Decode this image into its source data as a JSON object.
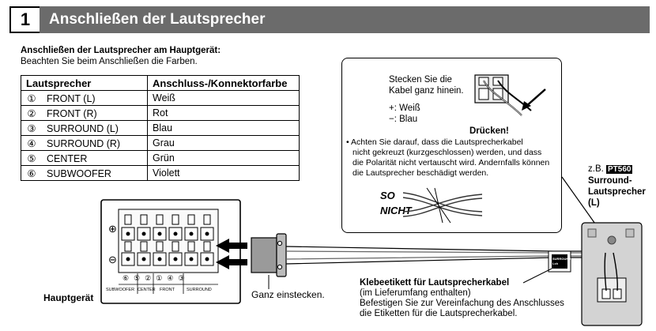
{
  "section": {
    "number": "1",
    "title": "Anschließen der Lautsprecher"
  },
  "intro": {
    "heading": "Anschließen der Lautsprecher am Hauptgerät:",
    "note": "Beachten Sie beim Anschließen die Farben."
  },
  "table": {
    "headers": [
      "Lautsprecher",
      "Anschluss-/Konnektorfarbe"
    ],
    "rows": [
      {
        "num": "①",
        "speaker": "FRONT (L)",
        "color": "Weiß"
      },
      {
        "num": "②",
        "speaker": "FRONT (R)",
        "color": "Rot"
      },
      {
        "num": "③",
        "speaker": "SURROUND (L)",
        "color": "Blau"
      },
      {
        "num": "④",
        "speaker": "SURROUND (R)",
        "color": "Grau"
      },
      {
        "num": "⑤",
        "speaker": "CENTER",
        "color": "Grün"
      },
      {
        "num": "⑥",
        "speaker": "SUBWOOFER",
        "color": "Violett"
      }
    ]
  },
  "callout": {
    "insert_line1": "Stecken Sie die",
    "insert_line2": "Kabel ganz hinein.",
    "plus": "+: Weiß",
    "minus": "−: Blau",
    "press": "Drücken!",
    "warn_line1": "• Achten Sie darauf, dass die Lautsprecherkabel",
    "warn_line2": "nicht gekreuzt (kurzgeschlossen) werden, und dass",
    "warn_line3": "die Polarität nicht vertauscht wird. Andernfalls können",
    "warn_line4": "die Lautsprecher beschädigt werden.",
    "so": "SO",
    "nicht": "NICHT"
  },
  "main_unit": {
    "label": "Hauptgerät",
    "plus_sign": "⊕",
    "minus_sign": "⊖",
    "subwoofer": "SUBWOOFER",
    "center": "CENTER",
    "front": "FRONT",
    "surround": "SURROUND",
    "nums": [
      "⑥",
      "⑤",
      "②",
      "①",
      "④",
      "③"
    ]
  },
  "ganz": "Ganz einstecken.",
  "label_tag": {
    "line1": "Klebeetikett für Lautsprecherkabel",
    "line2": "(im Lieferumfang enthalten)",
    "line3": "Befestigen Sie zur Vereinfachung des Anschlusses",
    "line4": "die Etiketten für die Lautsprecherkabel.",
    "tag_line1": "SURROUND",
    "tag_line2": "Lch"
  },
  "speaker": {
    "zb": "z.B.",
    "model": "PT560",
    "line1": "Surround-",
    "line2": "Lautsprecher",
    "line3": "(L)"
  }
}
